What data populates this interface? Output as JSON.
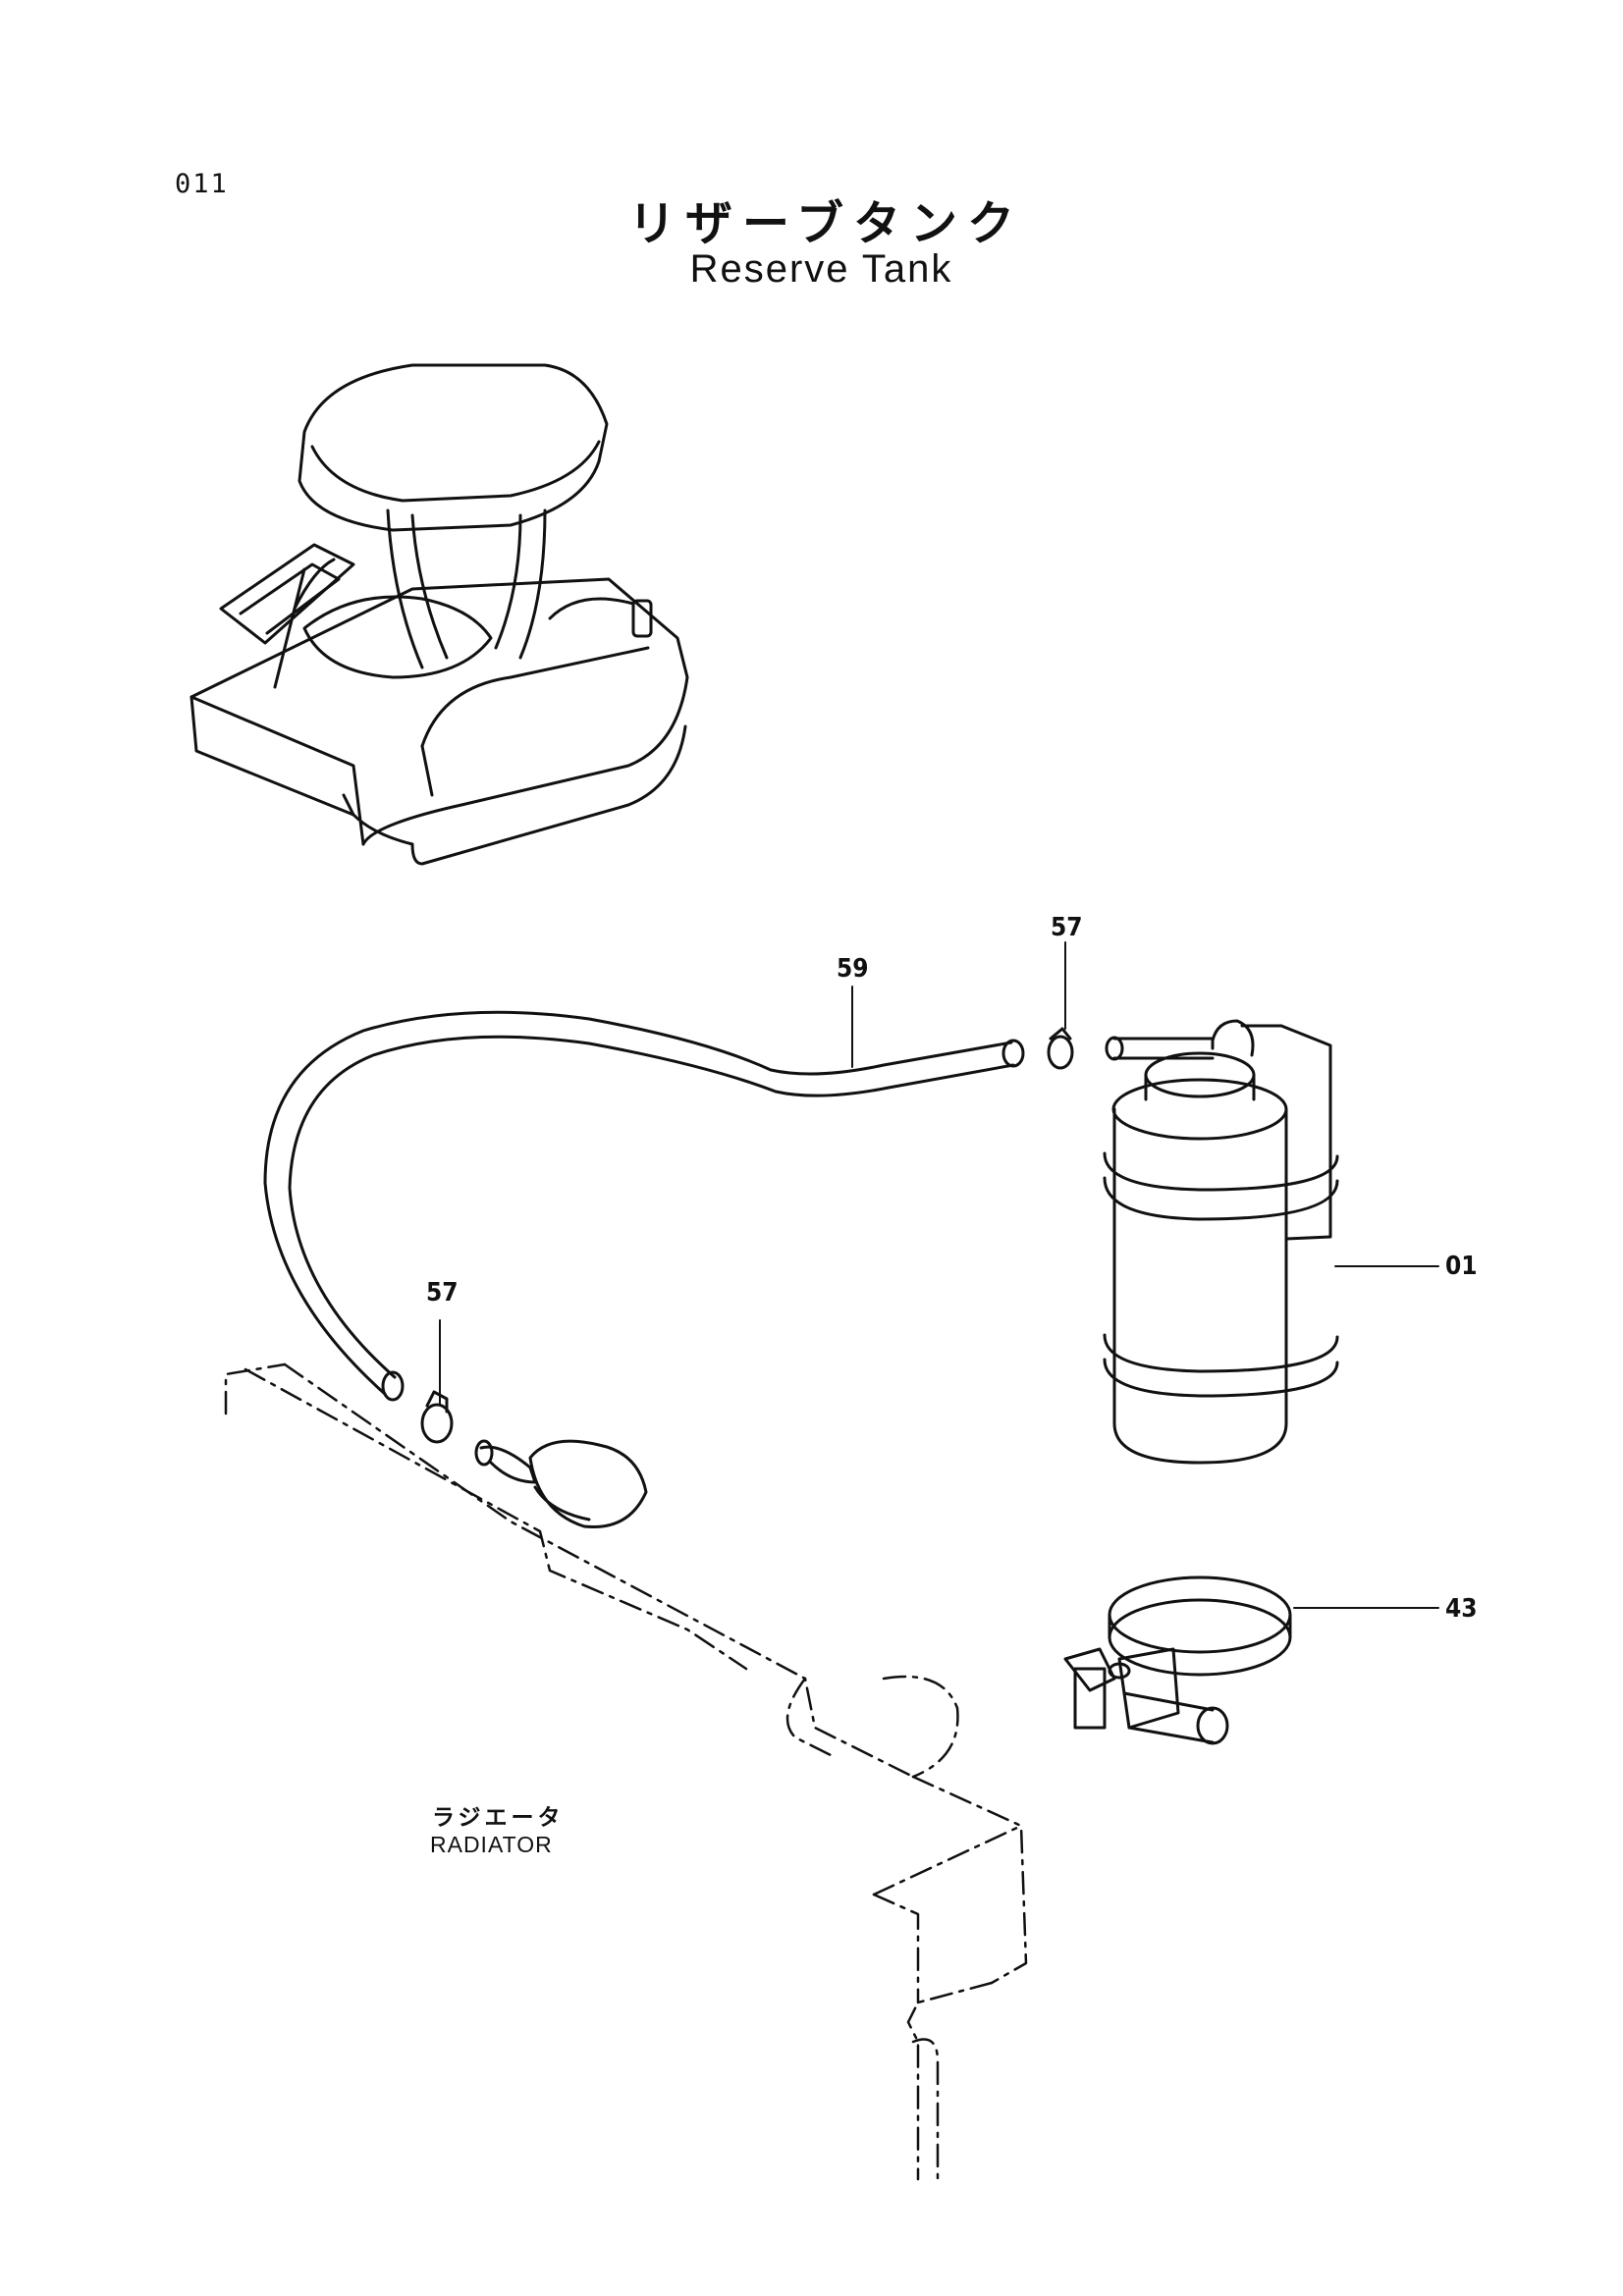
{
  "header": {
    "page_number": "011",
    "title_jp": "リザーブタンク",
    "title_en": "Reserve Tank"
  },
  "callouts": {
    "reserve_tank": "01",
    "band": "43",
    "clamp_top": "57",
    "clamp_bottom": "57",
    "hose": "59"
  },
  "labels": {
    "radiator_jp": "ラジエータ",
    "radiator_en": "RADIATOR"
  }
}
